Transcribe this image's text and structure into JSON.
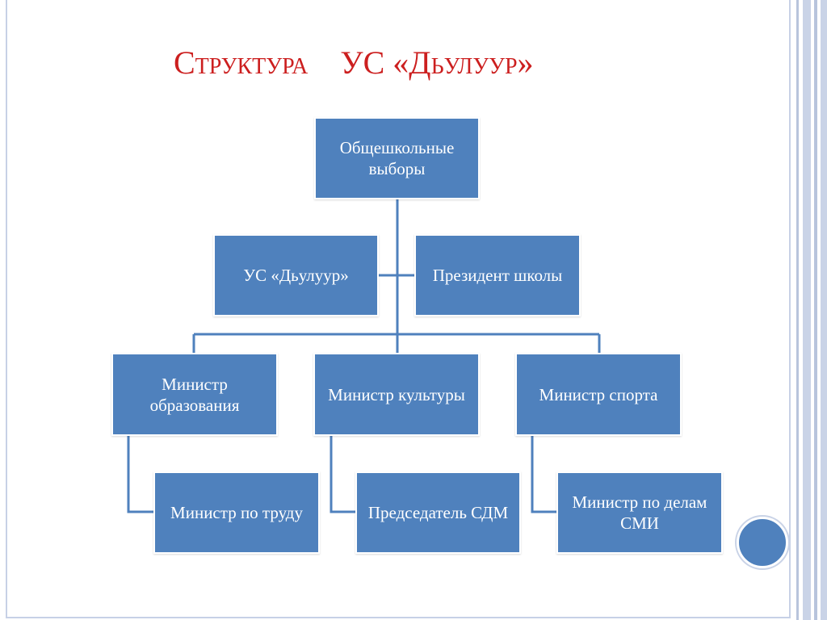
{
  "title": {
    "part1": "Структура",
    "part2": "УС «Дьулуур»"
  },
  "diagram": {
    "top": "Общешкольные выборы",
    "assistants": {
      "left": "УС «Дьулуур»",
      "right": "Президент школы"
    },
    "ministers": [
      {
        "label": "Министр образования",
        "subordinate": "Министр по труду"
      },
      {
        "label": "Министр культуры",
        "subordinate": "Председатель СДМ"
      },
      {
        "label": "Министр спорта",
        "subordinate": "Министр по делам СМИ"
      }
    ]
  },
  "colors": {
    "box_fill": "#4f81bd",
    "connector": "#4f81bd",
    "title": "#cc1f1f",
    "frame": "#c7d1e6"
  }
}
